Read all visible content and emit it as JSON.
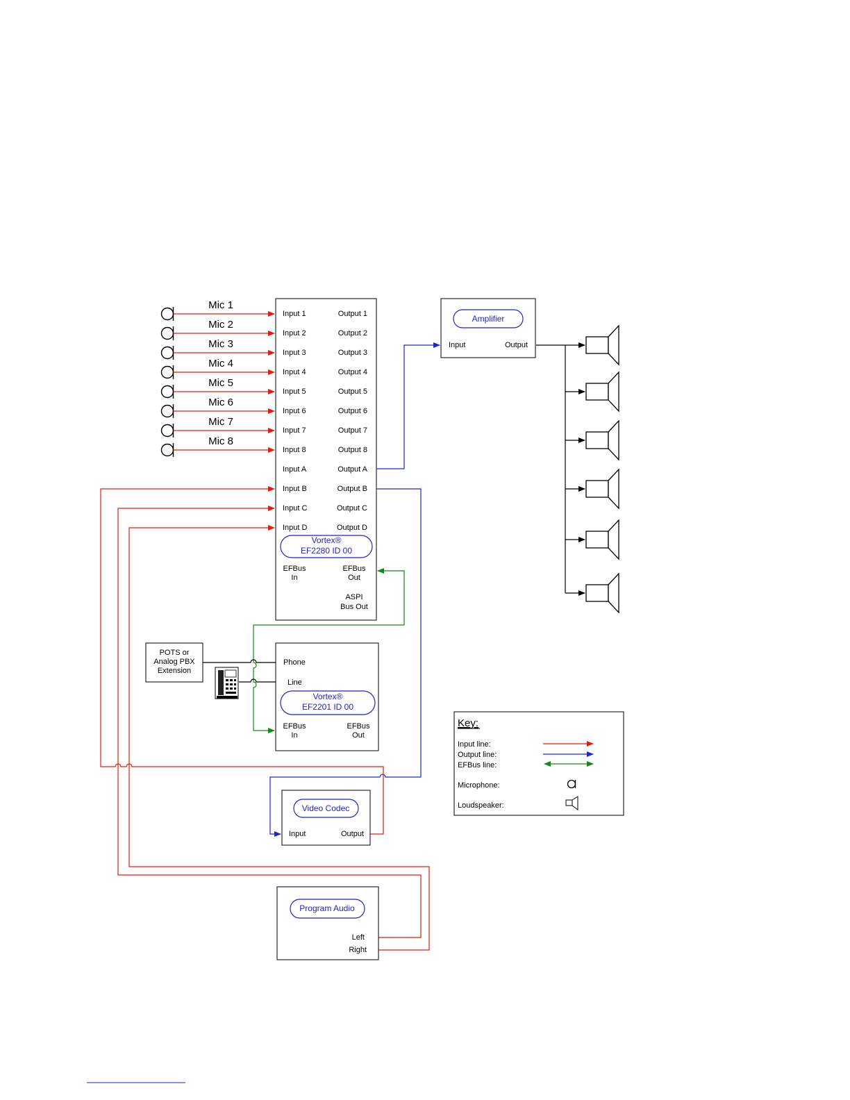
{
  "mics": [
    "Mic 1",
    "Mic 2",
    "Mic 3",
    "Mic 4",
    "Mic 5",
    "Mic 6",
    "Mic 7",
    "Mic 8"
  ],
  "vortex_2280": {
    "inputs": [
      "Input 1",
      "Input 2",
      "Input 3",
      "Input 4",
      "Input 5",
      "Input 6",
      "Input 7",
      "Input 8",
      "Input A",
      "Input B",
      "Input C",
      "Input D"
    ],
    "outputs": [
      "Output 1",
      "Output 2",
      "Output 3",
      "Output 4",
      "Output 5",
      "Output 6",
      "Output 7",
      "Output 8",
      "Output A",
      "Output B",
      "Output C",
      "Output D"
    ],
    "name_line1": "Vortex®",
    "name_line2": "EF2280 ID 00",
    "efbus_in_1": "EFBus",
    "efbus_in_2": "In",
    "efbus_out_1": "EFBus",
    "efbus_out_2": "Out",
    "aspi_1": "ASPI",
    "aspi_2": "Bus Out"
  },
  "amplifier": {
    "name": "Amplifier",
    "input": "Input",
    "output": "Output"
  },
  "pots": {
    "line1": "POTS or",
    "line2": "Analog PBX",
    "line3": "Extension"
  },
  "vortex_2201": {
    "phone": "Phone",
    "line": "Line",
    "name_line1": "Vortex®",
    "name_line2": "EF2201 ID 00",
    "efbus_in_1": "EFBus",
    "efbus_in_2": "In",
    "efbus_out_1": "EFBus",
    "efbus_out_2": "Out"
  },
  "video_codec": {
    "name": "Video Codec",
    "input": "Input",
    "output": "Output"
  },
  "program_audio": {
    "name": "Program Audio",
    "left": "Left",
    "right": "Right"
  },
  "key": {
    "title": "Key:",
    "input_line": "Input line:",
    "output_line": "Output line:",
    "efbus_line": "EFBus line:",
    "microphone": "Microphone:",
    "loudspeaker": "Loudspeaker:"
  },
  "colors": {
    "input": "#e8190f",
    "output": "#1d23d6",
    "efbus": "#108a10",
    "label_blue": "#2222cc"
  }
}
